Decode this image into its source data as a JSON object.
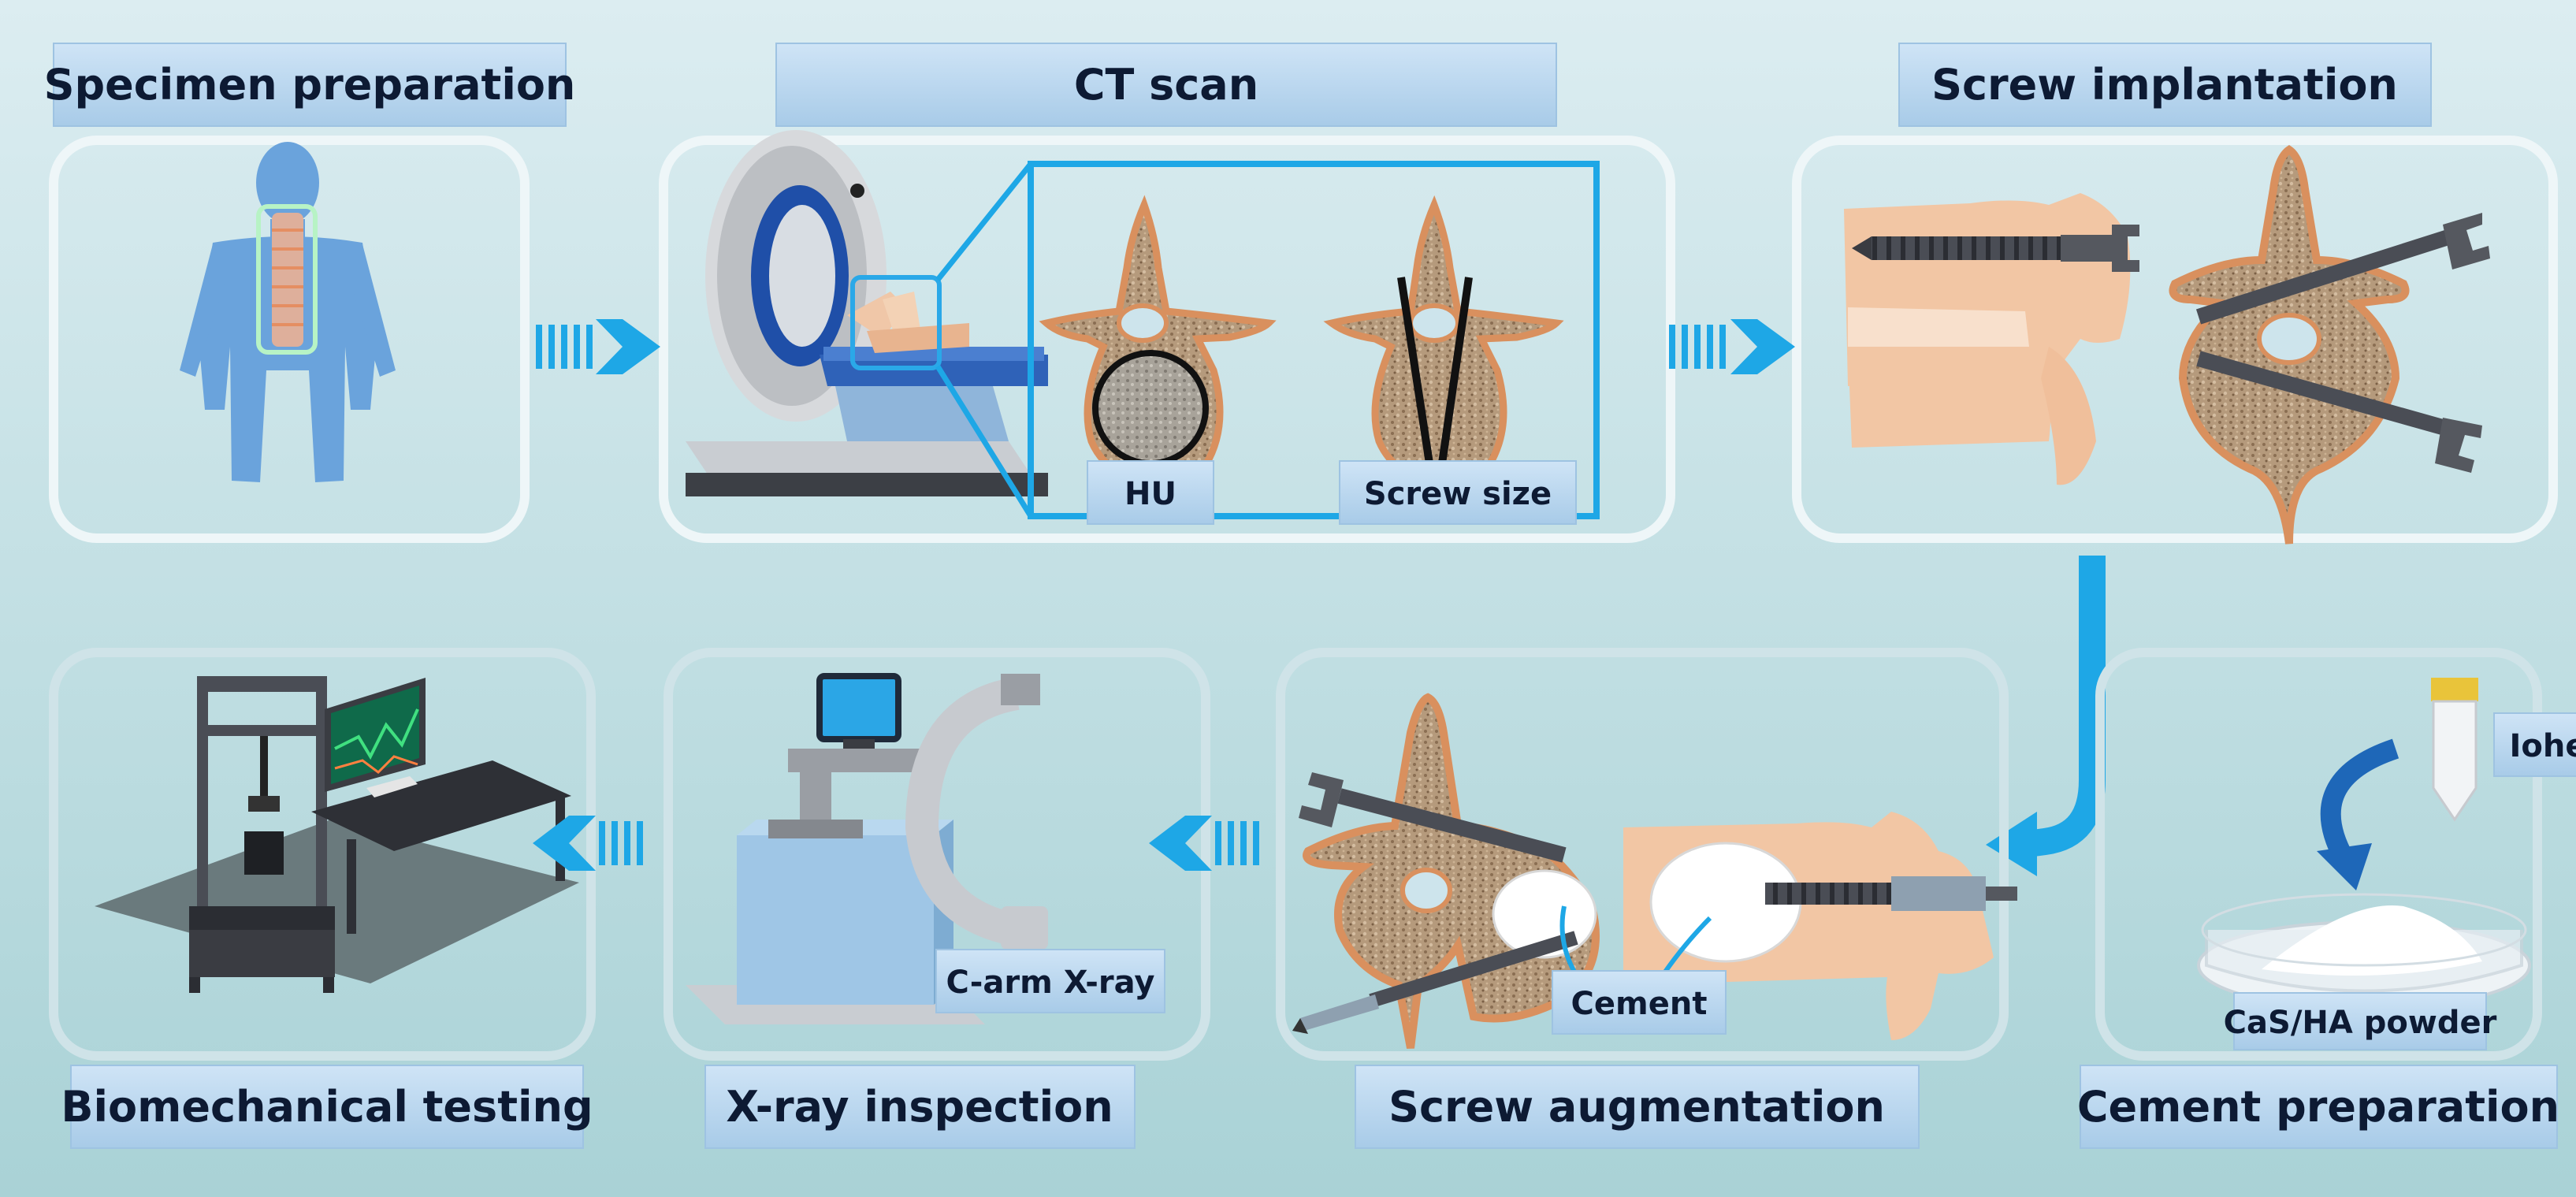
{
  "steps": {
    "specimen_preparation": "Specimen preparation",
    "ct_scan": "CT scan",
    "screw_implantation": "Screw implantation",
    "biomechanical_testing": "Biomechanical testing",
    "xray_inspection": "X-ray inspection",
    "screw_augmentation": "Screw augmentation",
    "cement_preparation": "Cement preparation"
  },
  "labels": {
    "hu": "HU",
    "screw_size": "Screw size",
    "c_arm": "C-arm X-ray",
    "cement": "Cement",
    "iohexol": "Iohexol",
    "powder": "CaS/HA powder"
  },
  "colors": {
    "arrow": "#1ea7e6",
    "label_fill": "#b8d6ee",
    "bone_outline": "#d9905e",
    "bone_fill": "#f2c6a4",
    "panel_border": "#eef6f8"
  }
}
